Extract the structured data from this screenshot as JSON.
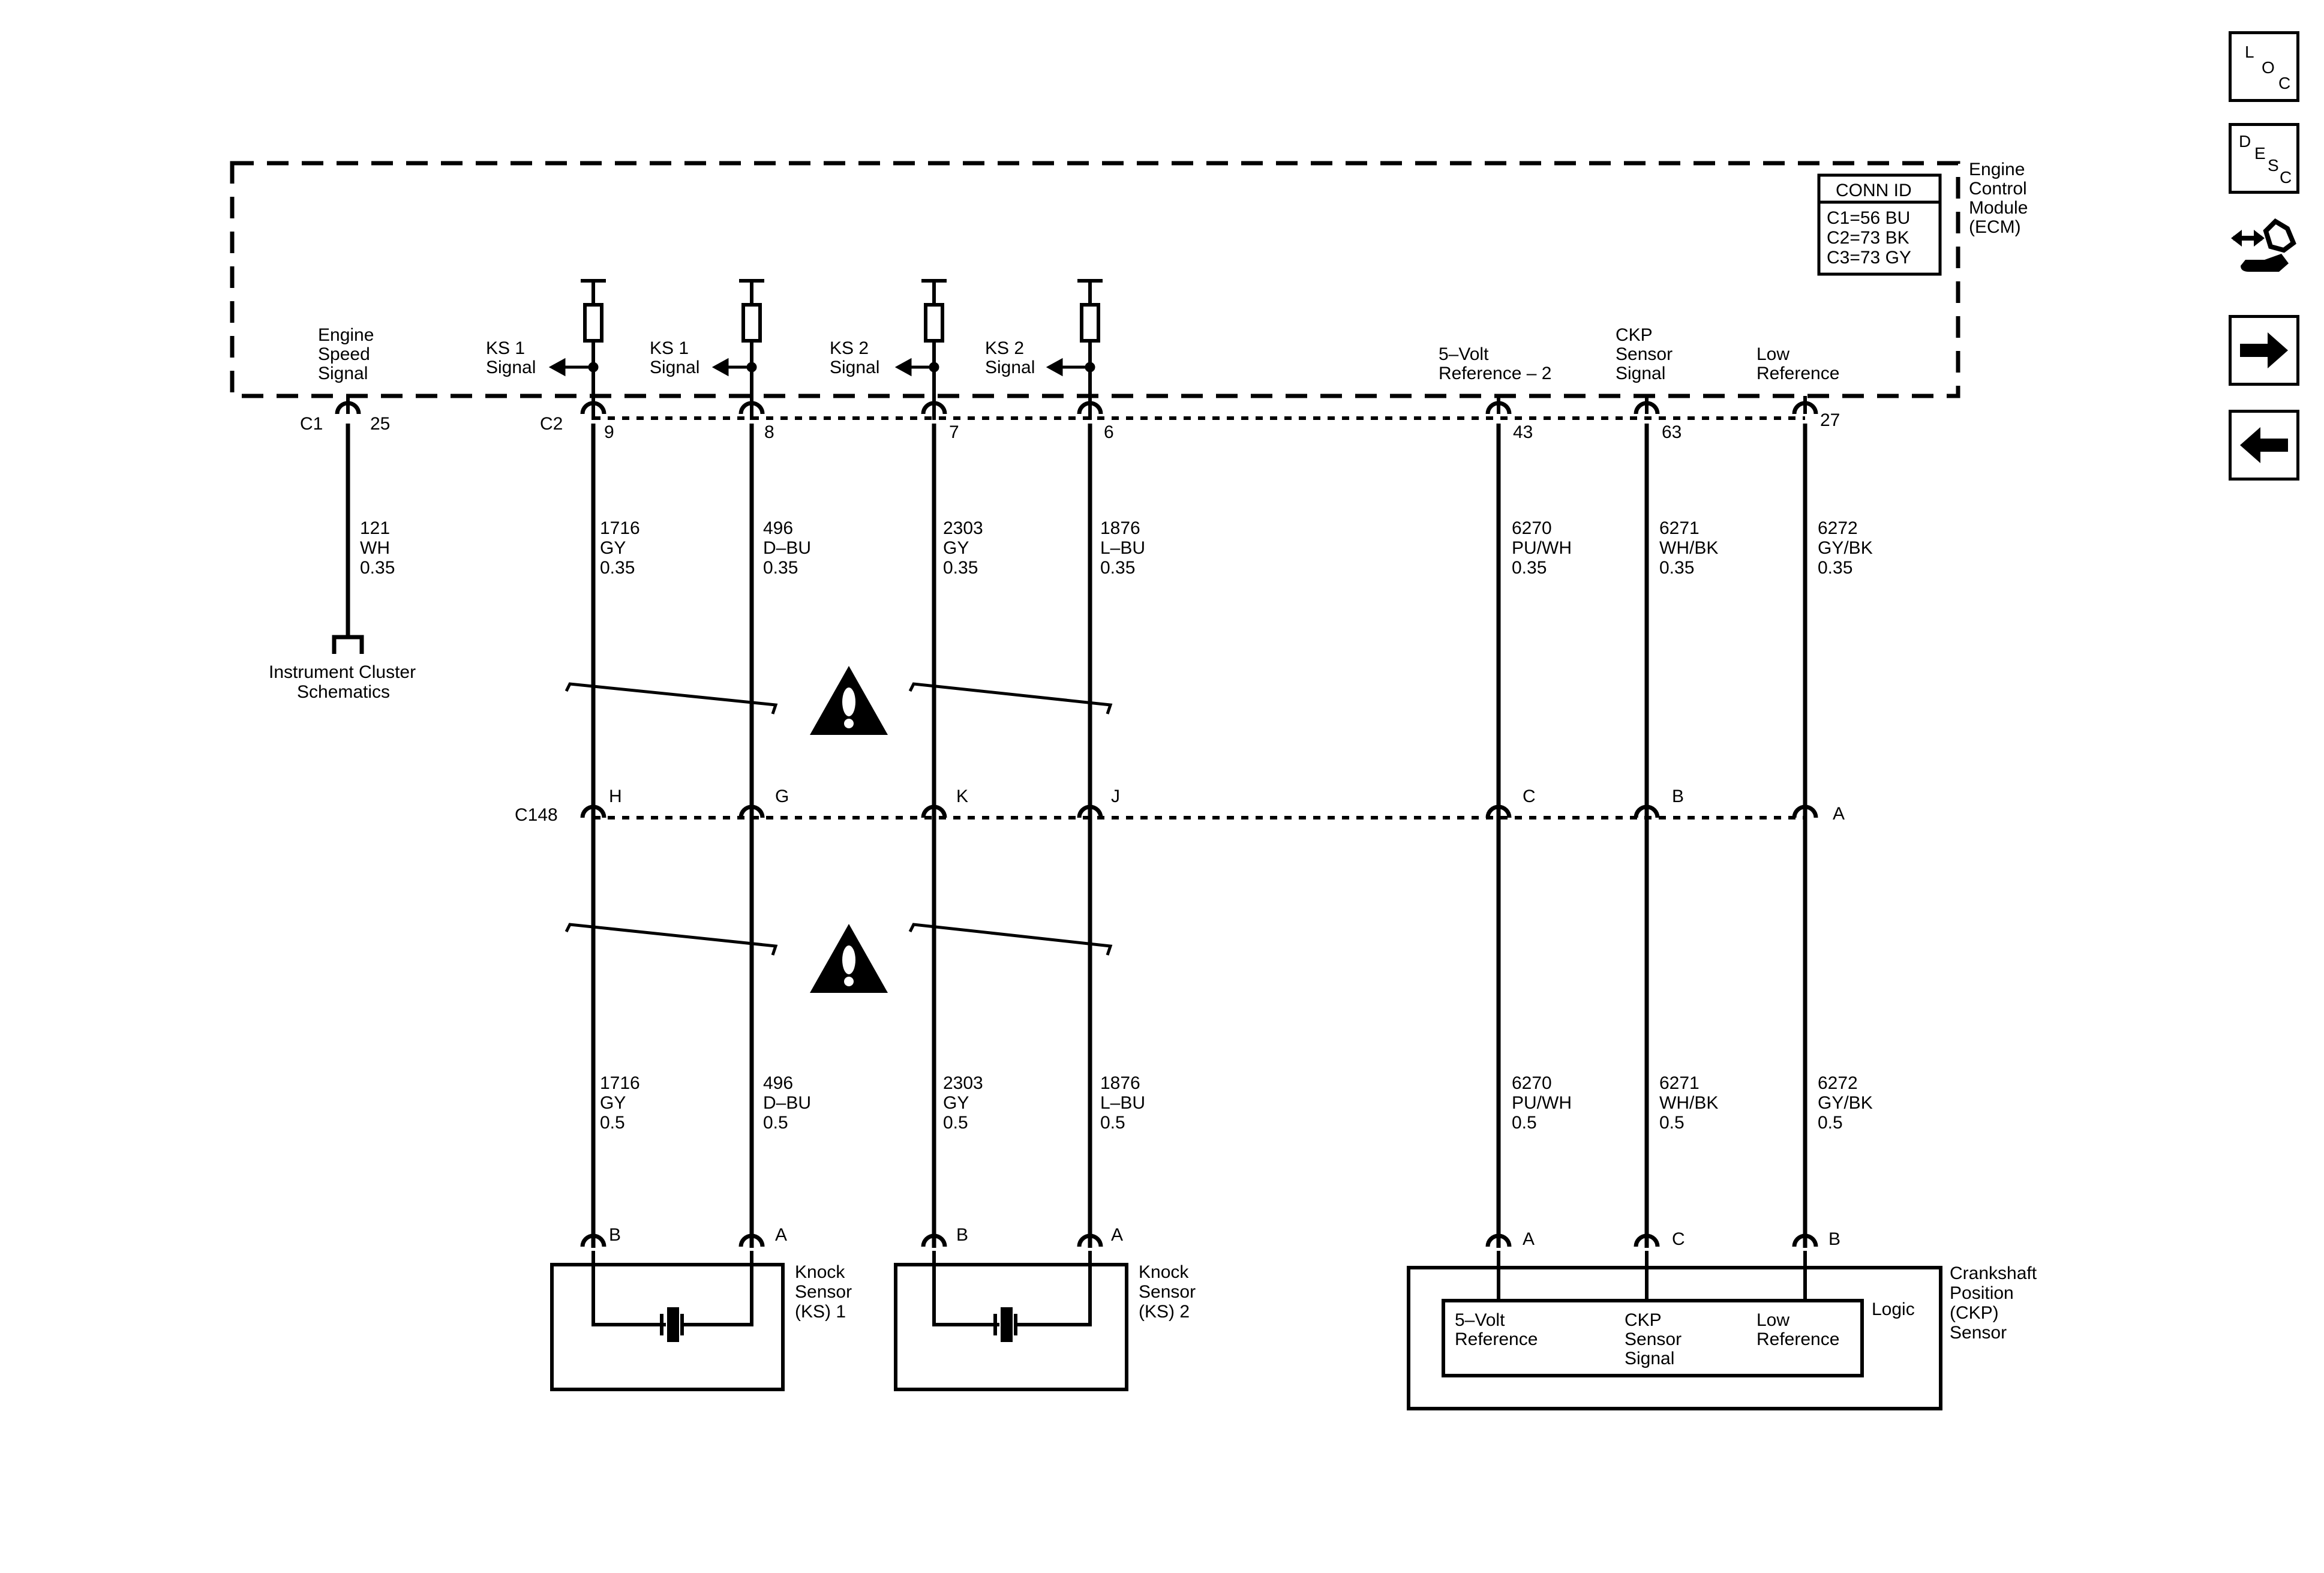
{
  "ecm": {
    "module_name": [
      "Engine",
      "Control",
      "Module",
      "(ECM)"
    ],
    "conn_id": {
      "header": "CONN ID",
      "rows": [
        "C1=56 BU",
        "C2=73 BK",
        "C3=73 GY"
      ]
    }
  },
  "signals": {
    "engine_speed": [
      "Engine",
      "Speed",
      "Signal"
    ],
    "ks1_a": [
      "KS 1",
      "Signal"
    ],
    "ks1_b": [
      "KS 1",
      "Signal"
    ],
    "ks2_a": [
      "KS 2",
      "Signal"
    ],
    "ks2_b": [
      "KS 2",
      "Signal"
    ],
    "five_volt": [
      "5–Volt",
      "Reference – 2"
    ],
    "ckp": [
      "CKP",
      "Sensor",
      "Signal"
    ],
    "low_ref": [
      "Low",
      "Reference"
    ]
  },
  "connectors": {
    "c1_label": "C1",
    "c1_pin": "25",
    "c2_label": "C2",
    "c2_pins": [
      "9",
      "8",
      "7",
      "6"
    ],
    "c2_right_pins": [
      "43",
      "63",
      "27"
    ],
    "c148_label": "C148",
    "c148_pins": [
      "H",
      "G",
      "K",
      "J",
      "C",
      "B",
      "A"
    ],
    "ks1_pins": [
      "B",
      "A"
    ],
    "ks2_pins": [
      "B",
      "A"
    ],
    "ckp_pins": [
      "A",
      "C",
      "B"
    ]
  },
  "wires_upper": {
    "w121": [
      "121",
      "WH",
      "0.35"
    ],
    "w1716": [
      "1716",
      "GY",
      "0.35"
    ],
    "w496": [
      "496",
      "D–BU",
      "0.35"
    ],
    "w2303": [
      "2303",
      "GY",
      "0.35"
    ],
    "w1876": [
      "1876",
      "L–BU",
      "0.35"
    ],
    "w6270": [
      "6270",
      "PU/WH",
      "0.35"
    ],
    "w6271": [
      "6271",
      "WH/BK",
      "0.35"
    ],
    "w6272": [
      "6272",
      "GY/BK",
      "0.35"
    ]
  },
  "wires_lower": {
    "w1716": [
      "1716",
      "GY",
      "0.5"
    ],
    "w496": [
      "496",
      "D–BU",
      "0.5"
    ],
    "w2303": [
      "2303",
      "GY",
      "0.5"
    ],
    "w1876": [
      "1876",
      "L–BU",
      "0.5"
    ],
    "w6270": [
      "6270",
      "PU/WH",
      "0.5"
    ],
    "w6271": [
      "6271",
      "WH/BK",
      "0.5"
    ],
    "w6272": [
      "6272",
      "GY/BK",
      "0.5"
    ]
  },
  "instrument_cluster": [
    "Instrument Cluster",
    "Schematics"
  ],
  "knock_sensor_1": [
    "Knock",
    "Sensor",
    "(KS) 1"
  ],
  "knock_sensor_2": [
    "Knock",
    "Sensor",
    "(KS) 2"
  ],
  "ckp_sensor": {
    "name": [
      "Crankshaft",
      "Position",
      "(CKP)",
      "Sensor"
    ],
    "logic_label": "Logic",
    "inner_5v": [
      "5–Volt",
      "Reference"
    ],
    "inner_ckp": [
      "CKP",
      "Sensor",
      "Signal"
    ],
    "inner_low": [
      "Low",
      "Reference"
    ]
  },
  "nav": {
    "loc": [
      "L",
      "O",
      "C"
    ],
    "desc": [
      "D",
      "E",
      "S",
      "C"
    ],
    "icons": [
      "connector-end-view-icon",
      "next-arrow-icon",
      "previous-arrow-icon"
    ]
  }
}
